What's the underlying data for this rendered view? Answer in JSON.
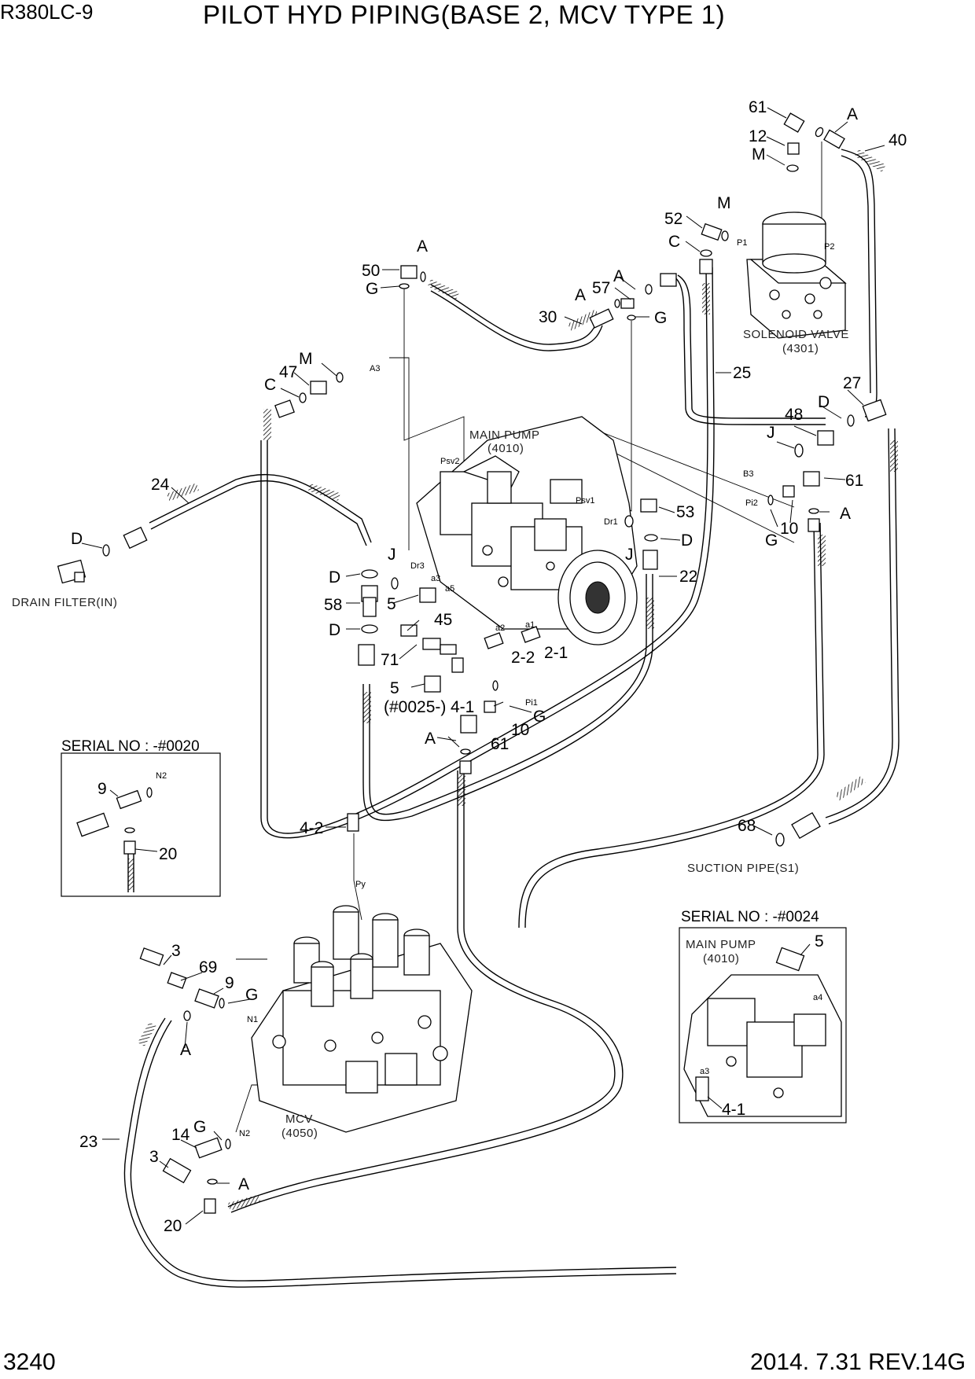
{
  "header": {
    "model": "R380LC-9",
    "title": "PILOT HYD PIPING(BASE 2, MCV TYPE 1)"
  },
  "footer": {
    "page_number": "3240",
    "revision": "2014. 7.31  REV.14G"
  },
  "components": {
    "main_pump": "MAIN PUMP",
    "main_pump_code": "(4010)",
    "solenoid_valve": "SOLENOID VALVE",
    "solenoid_valve_code": "(4301)",
    "mcv": "MCV",
    "mcv_code": "(4050)",
    "drain_filter": "DRAIN FILTER(IN)",
    "suction_pipe": "SUCTION PIPE(S1)"
  },
  "insets": {
    "serial_0020": "SERIAL NO : -#0020",
    "serial_0024": "SERIAL NO : -#0024",
    "inset_main_pump": "MAIN PUMP",
    "inset_main_pump_code": "(4010)"
  },
  "callouts": {
    "c61a": "61",
    "c12": "12",
    "cMa": "M",
    "cAa": "A",
    "c40": "40",
    "cMb": "M",
    "c52": "52",
    "cCa": "C",
    "cP1": "P1",
    "cP2": "P2",
    "cAb": "A",
    "c50": "50",
    "cGa": "G",
    "cAc": "A",
    "c57": "57",
    "cAd": "A",
    "c30": "30",
    "cGb": "G",
    "c25": "25",
    "cMc": "M",
    "c47": "47",
    "cCb": "C",
    "cA3": "A3",
    "c27": "27",
    "cDa": "D",
    "c48": "48",
    "cJa": "J",
    "cB3": "B3",
    "c61b": "61",
    "cPi2": "Pi2",
    "cAe": "A",
    "cGc": "G",
    "c10a": "10",
    "cPsv2": "Psv2",
    "cPsv1": "Psv1",
    "cDr1": "Dr1",
    "c53": "53",
    "cDb": "D",
    "cJb": "J",
    "c22": "22",
    "c24": "24",
    "cDc": "D",
    "cDd": "D",
    "cJc": "J",
    "cDr3": "Dr3",
    "ca3": "a3",
    "ca5": "a5",
    "c58": "58",
    "c5a": "5",
    "cDe": "D",
    "c45": "45",
    "ca2": "a2",
    "ca1": "a1",
    "c22b": "2-2",
    "c21": "2-1",
    "c71": "71",
    "c5b": "5",
    "c0025": "(#0025-)",
    "c41a": "4-1",
    "cPi1": "Pi1",
    "c10b": "10",
    "cGd": "G",
    "cAf": "A",
    "c61c": "61",
    "c9a": "9",
    "cN2a": "N2",
    "c20a": "20",
    "c42": "4-2",
    "cPy": "Py",
    "c68": "68",
    "c3a": "3",
    "c69": "69",
    "c9b": "9",
    "cGe": "G",
    "cN1": "N1",
    "cAg": "A",
    "c23": "23",
    "c14": "14",
    "cGf": "G",
    "cN2b": "N2",
    "c3b": "3",
    "cAh": "A",
    "c20b": "20",
    "c5c": "5",
    "ca4": "a4",
    "ca3b": "a3",
    "c41b": "4-1"
  },
  "icons": {
    "pump": "hydraulic-pump-icon",
    "valve": "solenoid-valve-icon",
    "mcv": "control-valve-icon"
  }
}
